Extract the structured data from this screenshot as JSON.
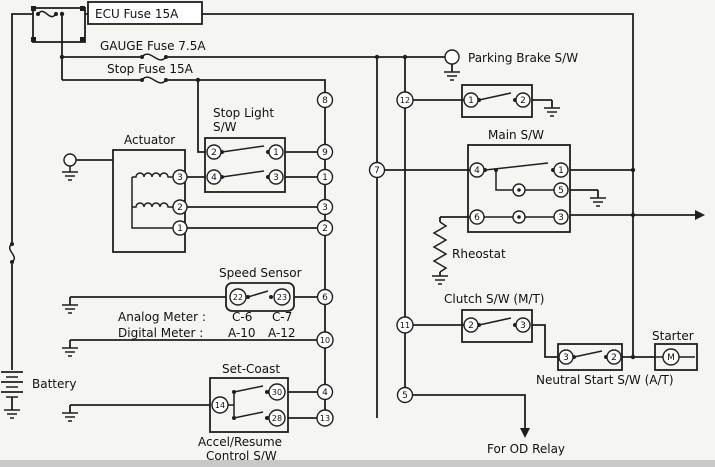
{
  "meta": {
    "description": "Cruise control system wiring diagram"
  },
  "colors": {
    "background": "#f5f5f2",
    "line": "#1f1f1f",
    "label_text": "#111111",
    "footer_strip": "#c8c8c8"
  },
  "labels": {
    "ecu_fuse": "ECU Fuse 15A",
    "gauge_fuse": "GAUGE Fuse 7.5A",
    "stop_fuse": "Stop Fuse 15A",
    "parking_brake": "Parking Brake S/W",
    "stop_light_l1": "Stop Light",
    "stop_light_l2": "S/W",
    "actuator": "Actuator",
    "main_sw": "Main S/W",
    "rheostat": "Rheostat",
    "speed_sensor": "Speed Sensor",
    "analog_meter": "Analog Meter :",
    "analog_c6": "C-6",
    "analog_c7": "C-7",
    "digital_meter": "Digital Meter :",
    "digital_a10": "A-10",
    "digital_a12": "A-12",
    "clutch_sw": "Clutch S/W (M/T)",
    "starter": "Starter",
    "neutral_start": "Neutral Start S/W (A/T)",
    "battery": "Battery",
    "set_coast": "Set-Coast",
    "accel_l1": "Accel/Resume",
    "accel_l2": "Control S/W",
    "od_relay": "For OD Relay"
  },
  "pins": {
    "p8": "8",
    "p9": "9",
    "p1": "1",
    "p3": "3",
    "p2": "2",
    "p6": "6",
    "p10": "10",
    "p4": "4",
    "p13": "13",
    "p7": "7",
    "p12": "12",
    "p11": "11",
    "p5": "5"
  },
  "terminals": {
    "stop_t2": "2",
    "stop_t1": "1",
    "stop_t4": "4",
    "stop_t3": "3",
    "act_t3": "3",
    "act_t2": "2",
    "act_t1": "1",
    "park_t1": "1",
    "park_t2": "2",
    "main_t4": "4",
    "main_t1": "1",
    "main_t5": "5",
    "main_t6": "6",
    "main_t3": "3",
    "ss_t22": "22",
    "ss_t23": "23",
    "clutch_t2": "2",
    "clutch_t3": "3",
    "ns_t3": "3",
    "ns_t2": "2",
    "sc_t14": "14",
    "sc_t30": "30",
    "sc_t28": "28",
    "starter_m": "M"
  }
}
